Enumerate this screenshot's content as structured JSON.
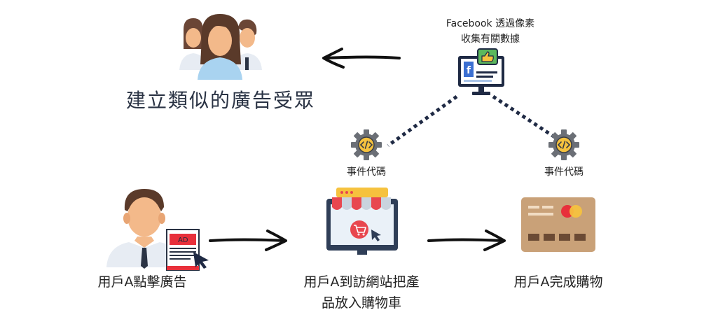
{
  "audience": {
    "label": "建立類似的廣告受眾",
    "icon": "people-group-icon"
  },
  "pixel": {
    "label_line1": "Facebook 透過像素",
    "label_line2": "收集有關數據",
    "icon": "facebook-monitor-icon"
  },
  "event_left": {
    "label": "事件代碼",
    "icon": "code-gear-icon"
  },
  "event_right": {
    "label": "事件代碼",
    "icon": "code-gear-icon"
  },
  "step1": {
    "label": "用戶A點擊廣告",
    "icon": "user-ad-icon",
    "ad_text": "AD"
  },
  "step2": {
    "label_line1": "用戶A到訪網站把產",
    "label_line2": "品放入購物車",
    "icon": "online-shop-icon"
  },
  "step3": {
    "label": "用戶A完成購物",
    "icon": "credit-card-icon"
  },
  "colors": {
    "dark_navy": "#1f2a44",
    "skin": "#f3b98a",
    "hair_dark": "#5a3a2a",
    "ad_red": "#e8303b",
    "card_tan": "#c9a178",
    "awning_red": "#e8474f",
    "gear_gray": "#6b6f76",
    "code_yellow": "#f6c23e"
  }
}
